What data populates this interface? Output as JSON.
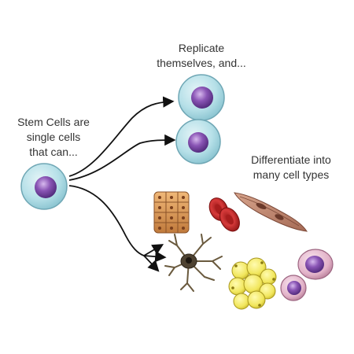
{
  "labels": {
    "stem": [
      "Stem Cells are",
      "single cells",
      "that can..."
    ],
    "replicate": [
      "Replicate",
      "themselves, and..."
    ],
    "differentiate": [
      "Differentiate into",
      "many cell types"
    ]
  },
  "cells": {
    "stem_cell": "stem-cell",
    "replicated": [
      "replicated-stem-cell-1",
      "replicated-stem-cell-2"
    ],
    "differentiated": [
      "epithelial-cells",
      "red-blood-cells",
      "smooth-muscle-cells",
      "neuron",
      "fat-cells",
      "white-blood-cells"
    ]
  },
  "colors": {
    "cell_membrane": "#9fd3dd",
    "cell_outline": "#6fa7b5",
    "nucleus": "#7b4ea0",
    "arrow": "#111111",
    "text": "#333333"
  }
}
